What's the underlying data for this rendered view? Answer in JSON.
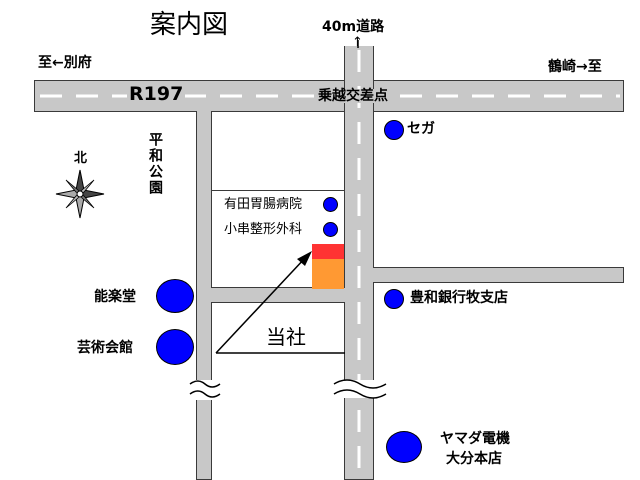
{
  "map": {
    "title": "案内図",
    "top_road_label": "40m道路",
    "top_arrow": "↑",
    "left_direction": "至←別府",
    "right_direction": "鶴崎→至",
    "route_label": "R197",
    "intersection_label": "乗越交差点",
    "north_label": "北",
    "park_label": "平和公園",
    "colors": {
      "road": "#c8c8c8",
      "marker": "#0000ff",
      "our_company_top": "#ff3333",
      "our_company_bottom": "#ff9933"
    },
    "landmarks": {
      "sega": "セガ",
      "arita_hospital": "有田胃腸病院",
      "ogushi_clinic": "小串整形外科",
      "nogakudo": "能楽堂",
      "geijutsu_kaikan": "芸術会館",
      "howa_bank": "豊和銀行牧支店",
      "yamada_line1": "ヤマダ電機",
      "yamada_line2": "大分本店",
      "our_company": "当社"
    }
  }
}
